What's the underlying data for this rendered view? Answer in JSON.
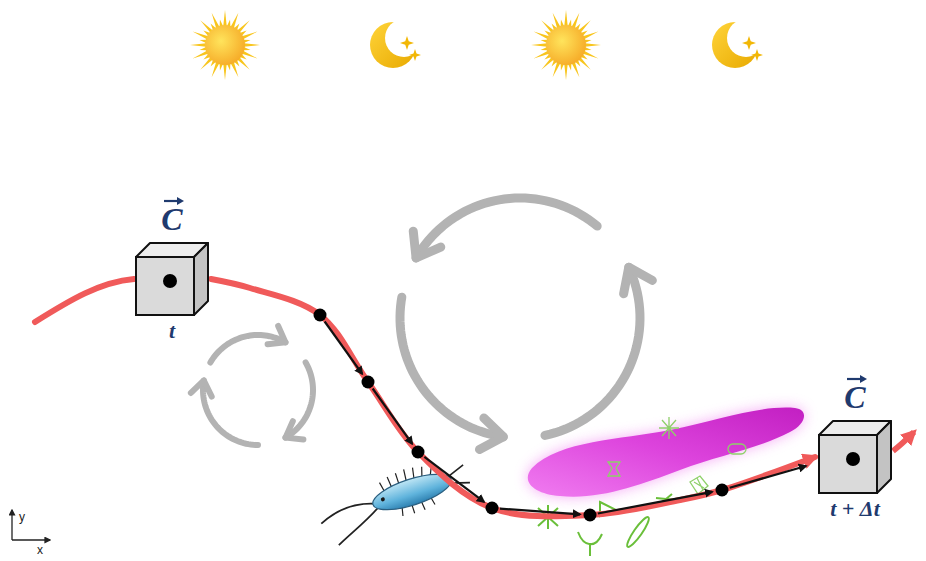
{
  "diagram": {
    "nodes": [
      {
        "text": [
          "C",
          "t"
        ]
      },
      {
        "text": [
          "C",
          "t + Δt"
        ]
      }
    ],
    "edges": [
      {
        "from": 0,
        "to": 1,
        "arrow": "to"
      }
    ],
    "labels": [
      "y",
      "x"
    ]
  }
}
